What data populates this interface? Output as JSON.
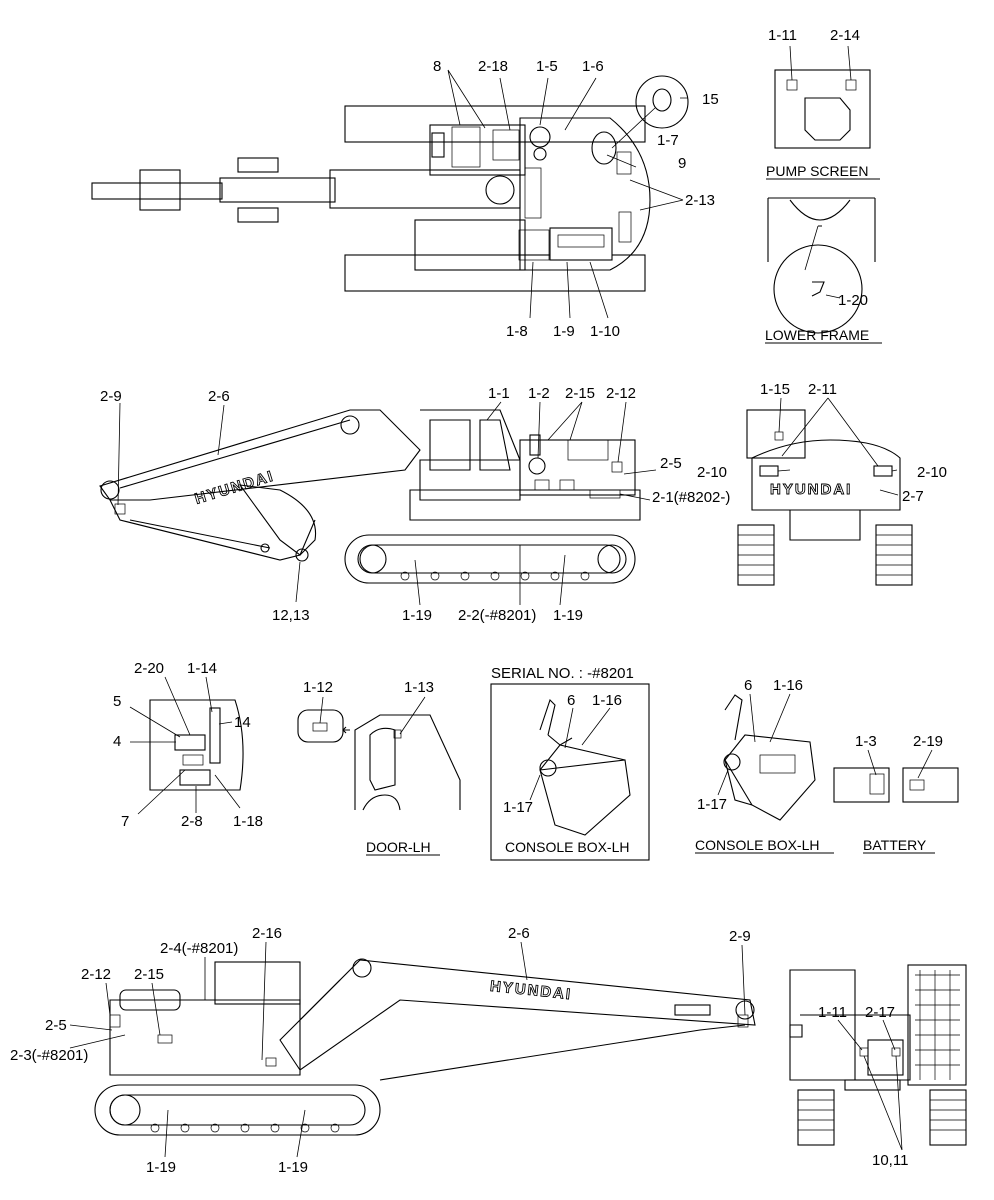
{
  "diagram": {
    "brand": "HYUNDAI",
    "serial_caption": "SERIAL NO. : -#8201",
    "views": {
      "pump_screen": "PUMP SCREEN",
      "lower_frame": "LOWER FRAME",
      "door_lh": "DOOR-LH",
      "console_box_serial": "CONSOLE BOX-LH",
      "console_box": "CONSOLE BOX-LH",
      "battery": "BATTERY"
    },
    "labels": {
      "top": [
        "8",
        "2-18",
        "1-5",
        "1-6",
        "15",
        "1-7",
        "9",
        "2-13",
        "1-8",
        "1-9",
        "1-10"
      ],
      "pump": [
        "1-11",
        "2-14"
      ],
      "lower_frame": [
        "1-20"
      ],
      "side": [
        "2-9",
        "2-6",
        "1-1",
        "1-2",
        "2-15",
        "2-12",
        "2-5",
        "2-1(#8202-)",
        "12,13",
        "1-19",
        "2-2(-#8201)",
        "1-19"
      ],
      "rear": [
        "1-15",
        "2-11",
        "2-10",
        "2-10",
        "2-7"
      ],
      "cab": [
        "2-20",
        "1-14",
        "5",
        "14",
        "4",
        "7",
        "2-8",
        "1-18"
      ],
      "door": [
        "1-12",
        "1-13"
      ],
      "console_serial": [
        "6",
        "1-16",
        "1-17"
      ],
      "console": [
        "6",
        "1-16",
        "1-17"
      ],
      "battery": [
        "1-3",
        "2-19"
      ],
      "bottom": [
        "2-16",
        "2-4(-#8201)",
        "2-6",
        "2-9",
        "2-12",
        "2-15",
        "2-5",
        "2-3(-#8201)",
        "1-19",
        "1-19"
      ],
      "front": [
        "1-11",
        "2-17",
        "10,11"
      ]
    }
  }
}
